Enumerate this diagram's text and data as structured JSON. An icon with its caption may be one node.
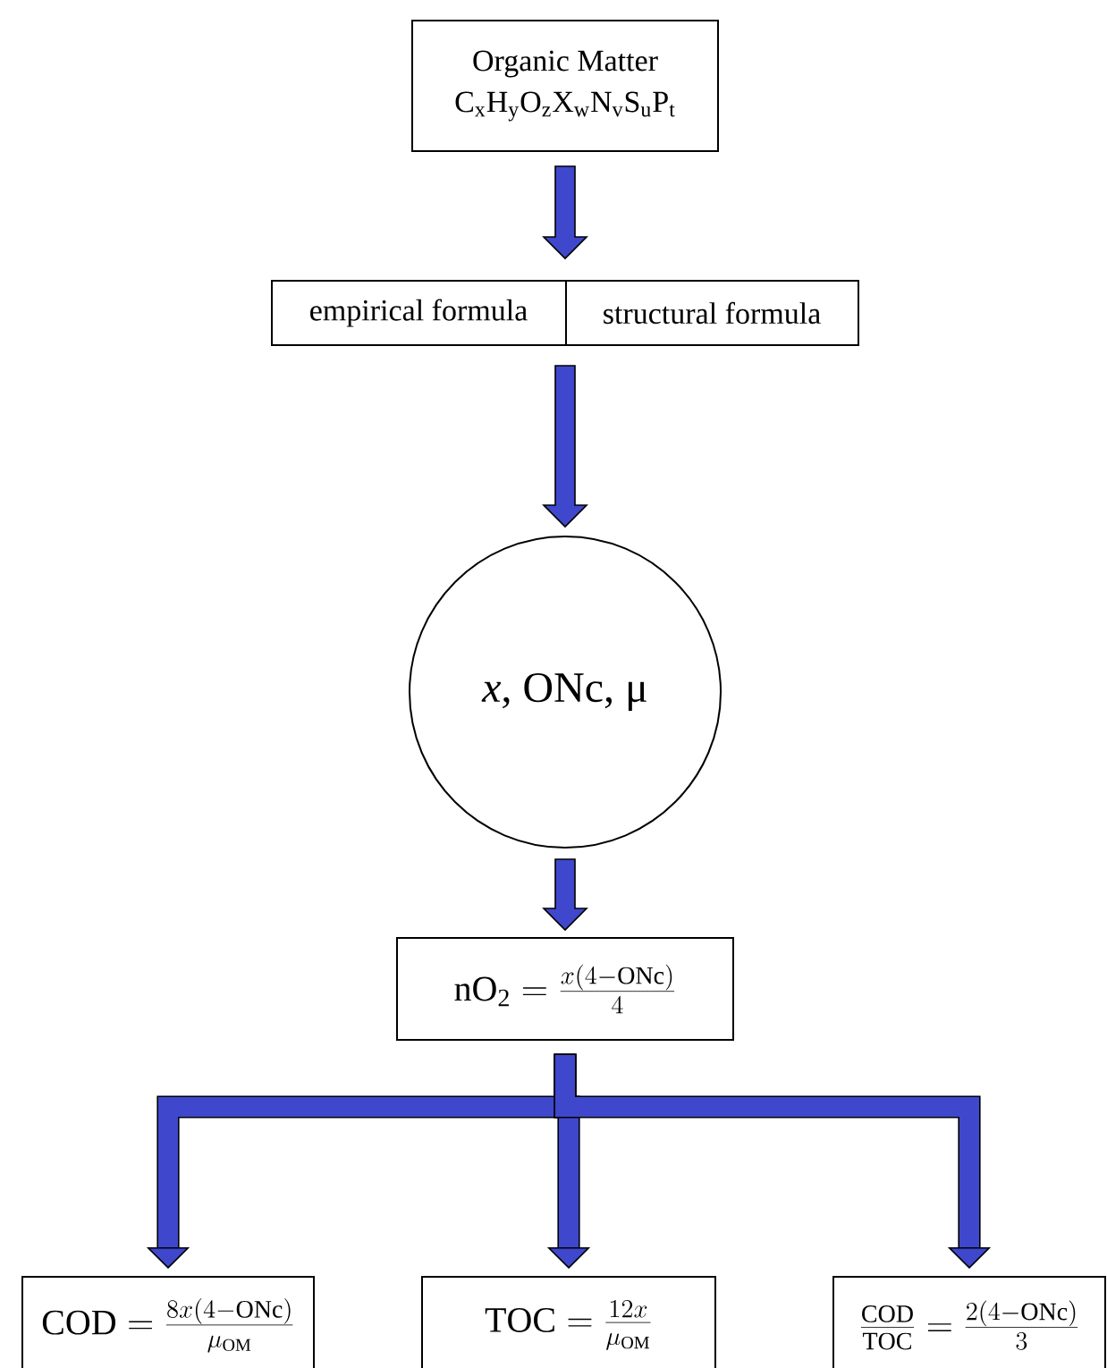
{
  "diagram": {
    "nodes": [
      {
        "text": [
          "Organic Matter",
          "C$_{x}$H$_{y}$O$_{z}$X$_{w}$N$_{v}$S$_{u}$P$_{t}$"
        ]
      },
      {
        "text": [],
        "shape": "box"
      },
      {
        "text": [
          "empirical formula"
        ],
        "in": 1
      },
      {
        "text": [
          "structural formula"
        ],
        "in": 1
      },
      {
        "text": [
          "*x*, ONc, μ"
        ]
      },
      {
        "text": [
          "\\mathrm{nO_2} = \\frac{x(4-\\mathrm{ONc})}{4}"
        ]
      },
      {
        "text": [
          "\\mathrm{COD} = \\frac{8x(4-\\mathrm{ONc})}{\\mu_{\\mathrm{OM}}}"
        ]
      },
      {
        "text": [
          "\\mathrm{TOC} = \\frac{12x}{\\mu_{\\mathrm{OM}}}"
        ]
      },
      {
        "text": [
          "\\frac{\\mathrm{COD}}{\\mathrm{TOC}} = \\frac{2(4-\\mathrm{ONc})}{3}"
        ]
      }
    ],
    "edges": [
      {
        "from": 0,
        "to": 1,
        "arrow": "to"
      },
      {
        "from": 1,
        "to": 4,
        "arrow": "to"
      },
      {
        "from": 4,
        "to": 5,
        "arrow": "to"
      },
      {
        "from": 5,
        "to": 6,
        "arrow": "to"
      },
      {
        "from": 5,
        "to": 7,
        "arrow": "to"
      },
      {
        "from": 5,
        "to": 8,
        "arrow": "to"
      }
    ]
  }
}
